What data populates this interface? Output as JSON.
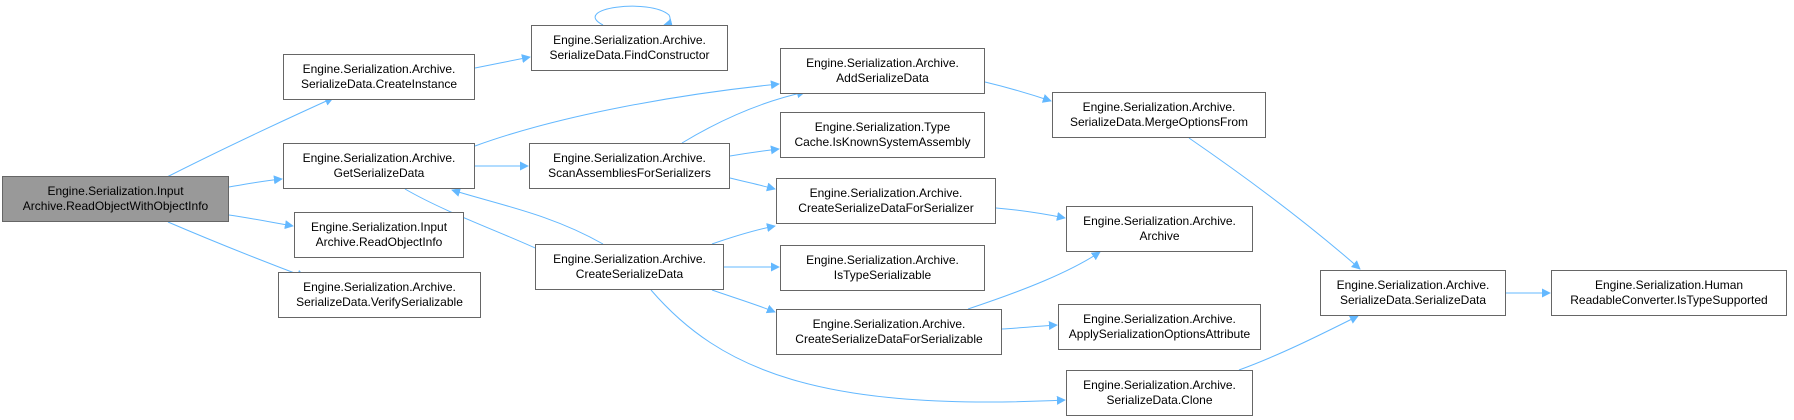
{
  "colors": {
    "edge": "#63b8ff",
    "node_border": "#666666",
    "root_fill": "#999999",
    "node_fill": "#ffffff"
  },
  "nodes": {
    "root": {
      "line1": "Engine.Serialization.Input",
      "line2": "Archive.ReadObjectWithObjectInfo"
    },
    "create_instance": {
      "line1": "Engine.Serialization.Archive.",
      "line2": "SerializeData.CreateInstance"
    },
    "get_serialize_data": {
      "line1": "Engine.Serialization.Archive.",
      "line2": "GetSerializeData"
    },
    "read_object_info": {
      "line1": "Engine.Serialization.Input",
      "line2": "Archive.ReadObjectInfo"
    },
    "verify_serializable": {
      "line1": "Engine.Serialization.Archive.",
      "line2": "SerializeData.VerifySerializable"
    },
    "find_constructor": {
      "line1": "Engine.Serialization.Archive.",
      "line2": "SerializeData.FindConstructor"
    },
    "scan_assemblies": {
      "line1": "Engine.Serialization.Archive.",
      "line2": "ScanAssembliesForSerializers"
    },
    "create_serialize_data": {
      "line1": "Engine.Serialization.Archive.",
      "line2": "CreateSerializeData"
    },
    "add_serialize_data": {
      "line1": "Engine.Serialization.Archive.",
      "line2": "AddSerializeData"
    },
    "is_known_system_assembly": {
      "line1": "Engine.Serialization.Type",
      "line2": "Cache.IsKnownSystemAssembly"
    },
    "create_for_serializer": {
      "line1": "Engine.Serialization.Archive.",
      "line2": "CreateSerializeDataForSerializer"
    },
    "is_type_serializable": {
      "line1": "Engine.Serialization.Archive.",
      "line2": "IsTypeSerializable"
    },
    "create_for_serializable": {
      "line1": "Engine.Serialization.Archive.",
      "line2": "CreateSerializeDataForSerializable"
    },
    "merge_options_from": {
      "line1": "Engine.Serialization.Archive.",
      "line2": "SerializeData.MergeOptionsFrom"
    },
    "archive": {
      "line1": "Engine.Serialization.Archive.",
      "line2": "Archive"
    },
    "apply_options_attribute": {
      "line1": "Engine.Serialization.Archive.",
      "line2": "ApplySerializationOptionsAttribute"
    },
    "clone": {
      "line1": "Engine.Serialization.Archive.",
      "line2": "SerializeData.Clone"
    },
    "serialize_data_ctor": {
      "line1": "Engine.Serialization.Archive.",
      "line2": "SerializeData.SerializeData"
    },
    "is_type_supported": {
      "line1": "Engine.Serialization.Human",
      "line2": "ReadableConverter.IsTypeSupported"
    }
  }
}
